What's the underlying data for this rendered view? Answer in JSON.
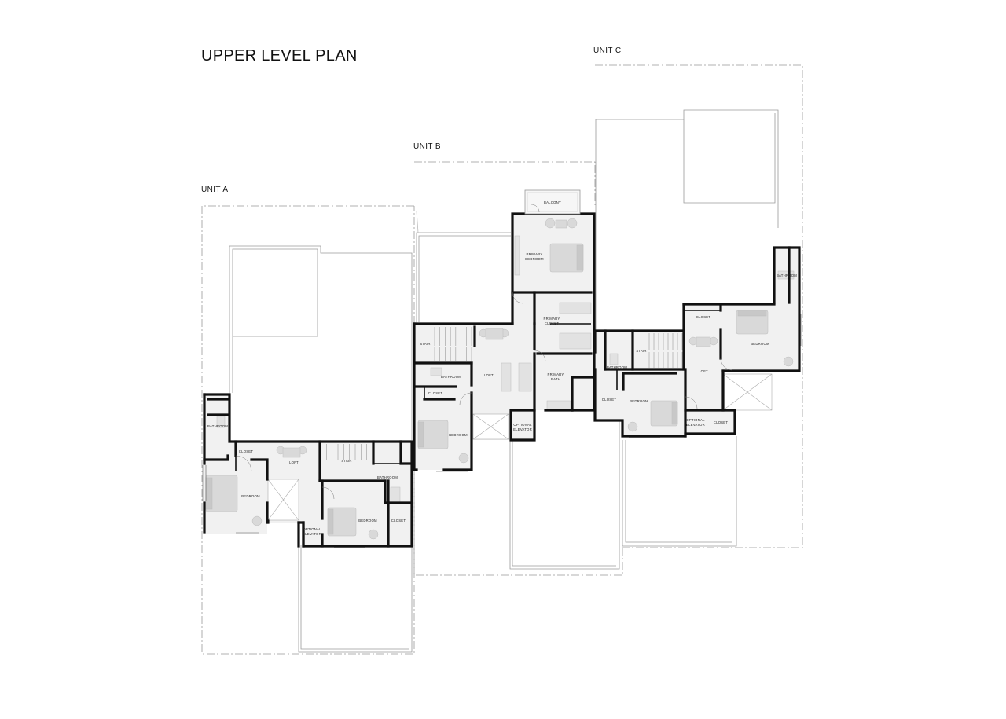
{
  "title": "UPPER LEVEL PLAN",
  "units": {
    "a": "UNIT A",
    "b": "UNIT B",
    "c": "UNIT C"
  },
  "rooms": {
    "unit_a": {
      "bathroom": "BATHROOM",
      "closet_1": "CLOSET",
      "bedroom_1": "BEDROOM",
      "loft": "LOFT",
      "stair": "STAIR",
      "bathroom_2": "BATHROOM",
      "bedroom_2": "BEDROOM",
      "closet_2": "CLOSET",
      "elevator_l1": "OPTIONAL",
      "elevator_l2": "ELEVATOR"
    },
    "unit_b": {
      "balcony": "BALCONY",
      "primary_bedroom_l1": "PRIMARY",
      "primary_bedroom_l2": "BEDROOM",
      "primary_closet_l1": "PRIMARY",
      "primary_closet_l2": "CLOSET",
      "stair": "STAIR",
      "loft": "LOFT",
      "bathroom": "BATHROOM",
      "closet": "CLOSET",
      "bedroom": "BEDROOM",
      "primary_bath_l1": "PRIMARY",
      "primary_bath_l2": "BATH",
      "elevator_l1": "OPTIONAL",
      "elevator_l2": "ELEVATOR"
    },
    "unit_c": {
      "bathroom_1": "BATHROOM",
      "closet_1": "CLOSET",
      "bedroom_1": "BEDROOM",
      "stair": "STAIR",
      "bathroom_2": "BATHROOM",
      "loft": "LOFT",
      "closet_2": "CLOSET",
      "bedroom_2": "BEDROOM",
      "elevator_l1": "OPTIONAL",
      "elevator_l2": "ELEVATOR",
      "closet_3": "CLOSET"
    }
  }
}
